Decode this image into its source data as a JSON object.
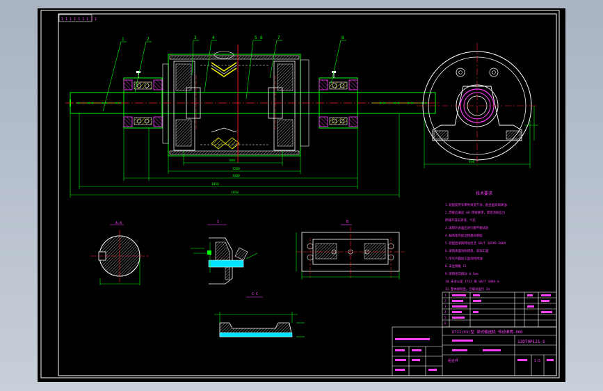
{
  "header": {
    "file_tag": "1 1 1 1 1 1 1 1 1"
  },
  "part_numbers": [
    "1",
    "2",
    "3",
    "4",
    "5",
    "6",
    "7",
    "8"
  ],
  "dimension_values": [
    "1950",
    "1850",
    "1400",
    "1200",
    "860",
    "930"
  ],
  "section_labels": {
    "shaft_section": "A-A",
    "weld_detail": "I",
    "bearing_view": "B",
    "rim_section": "C-C"
  },
  "tech_requirements": {
    "title": "技术要求",
    "items": [
      "1.装配前所有零件清洗干净，配合面涂润滑油",
      "2.焊缝应满足 GB 焊接要求，焊后消除应力",
      "  焊缝不得有夹渣、气孔",
      "3.滚筒外表面应进行静平衡试验",
      "4.轴承座内加注锂基润滑脂",
      "5.装配后滚筒转动灵活 GB/T 10595-2009",
      "6.滚筒表面涂防锈漆，非加工面",
      "7.所有外露加工面涂防锈油",
      "8.未注倒角 C1",
      "9.滚筒径向跳动 0.5mm",
      "10.未注公差 IT12 按 GB/T 1804-m",
      "11.整体组装后，空载试运行 2h"
    ]
  },
  "title_block": {
    "project": "DTII(03)型 带式输送机 传动滚筒-800",
    "drawing_no": "12DT0P121-S",
    "scale": "1:5",
    "material": "组合件",
    "row_labels": [
      "1",
      "2",
      "3",
      "4",
      "5",
      "6"
    ]
  },
  "colors": {
    "background": "#000000",
    "frame": "#ffffff",
    "outline": "#00ff00",
    "centerline": "#ff2020",
    "section": "#ff00ff",
    "hatch": "#ffff00",
    "fill": "#00e5ff"
  }
}
